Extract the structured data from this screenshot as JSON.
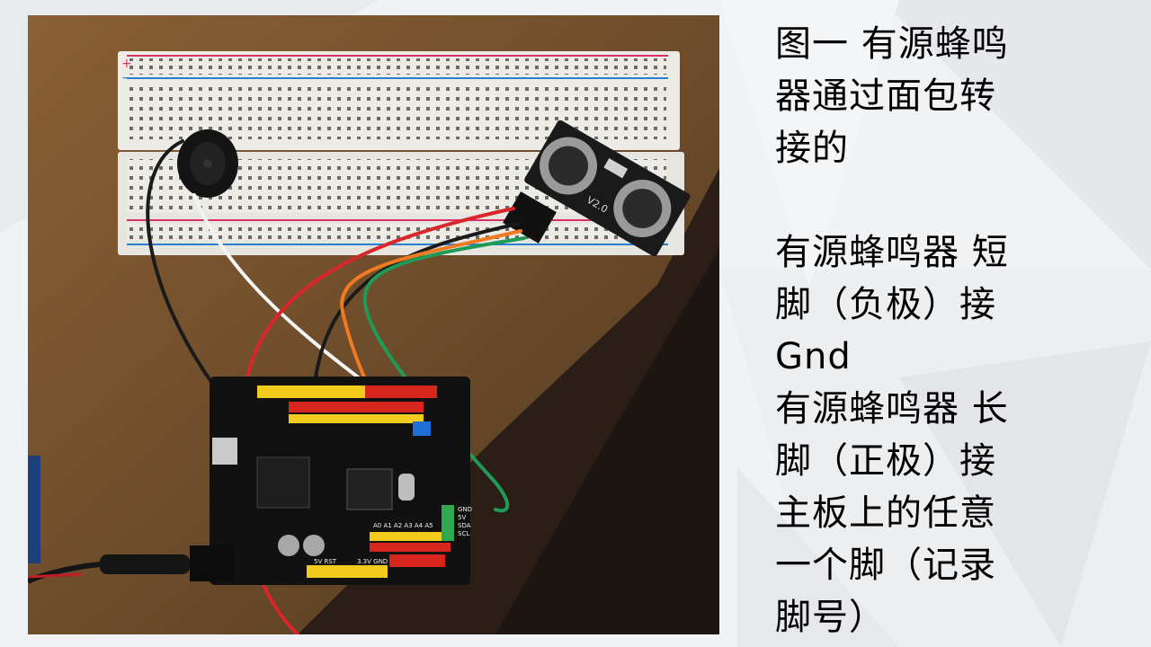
{
  "slide": {
    "caption_heading": [
      "图一 有源蜂鸣",
      "器通过面包转",
      "接的"
    ],
    "caption_body": [
      "有源蜂鸣器 短",
      "脚（负极）接",
      "Gnd",
      "有源蜂鸣器 长",
      "脚（正极）接",
      "主板上的任意",
      "一个脚（记录",
      "脚号）"
    ]
  },
  "photo": {
    "breadboard_sign_plus": "+",
    "breadboard_sign_minus": "−",
    "sensor_label": "V2.0",
    "board_labels": [
      "A0 A1 A2 A3 A4 A5",
      "GND",
      "5V",
      "SDA",
      "SCL",
      "5V RST",
      "3.3V GND"
    ]
  },
  "colors": {
    "background": "#f1f2f4",
    "table_wood": "#7a5632",
    "breadboard": "#ecebe6",
    "rail_red": "#d8306a",
    "rail_blue": "#2a7fd0",
    "pcb": "#111111",
    "header_yellow": "#f2cc1c",
    "header_red": "#d7261e",
    "wire_red": "#d9262b",
    "wire_black": "#1a1a1a",
    "wire_white": "#f4f4f4",
    "wire_orange": "#f07a22",
    "wire_green": "#1f9b58",
    "text": "#000000"
  }
}
